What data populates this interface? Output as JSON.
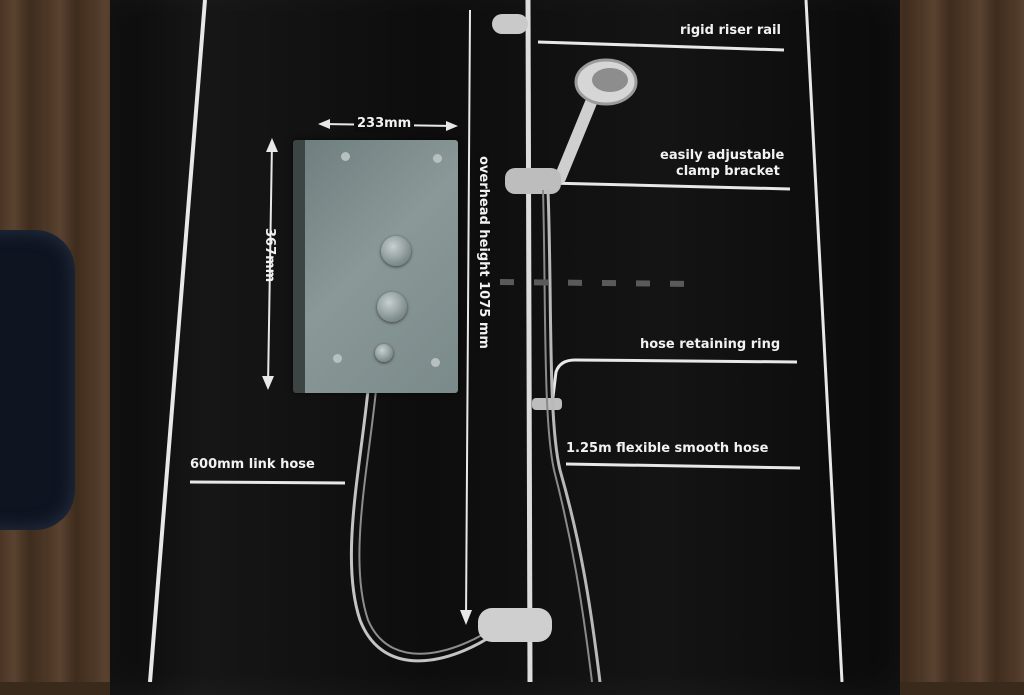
{
  "dimensions": {
    "width_label": "233mm",
    "height_label": "367mm",
    "overhead_label": "overhead height 1075 mm"
  },
  "callouts": {
    "rigid_riser_rail": "rigid riser rail",
    "clamp_bracket_line1": "easily adjustable",
    "clamp_bracket_line2": "clamp bracket",
    "hose_retaining_ring": "hose retaining ring",
    "flexible_hose": "1.25m flexible smooth hose",
    "link_hose": "600mm link hose"
  },
  "colors": {
    "box": "#0d0d0d",
    "line": "#e8e8e8",
    "unit": "#7f8e8e",
    "wood": "#4a3524"
  }
}
